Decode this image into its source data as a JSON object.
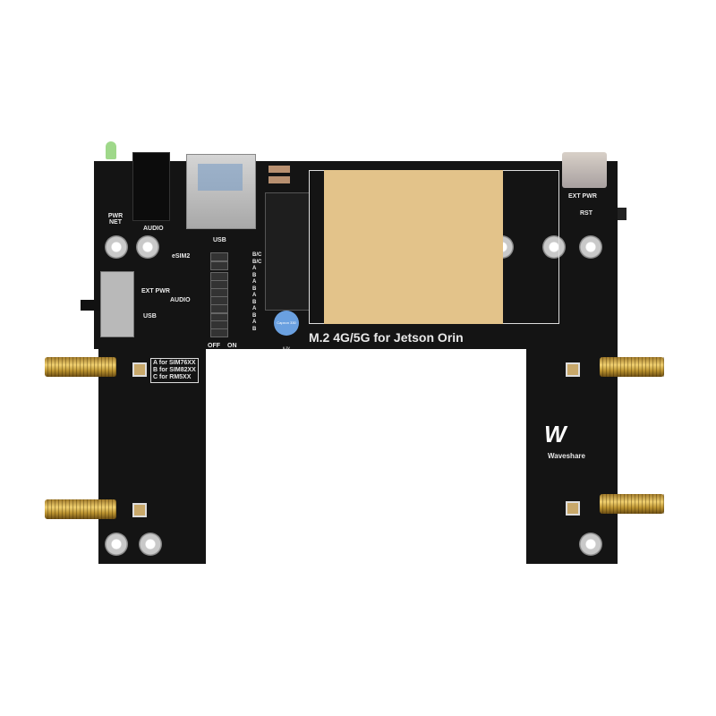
{
  "board": {
    "title": "M.2 4G/5G for Jetson Orin",
    "brand": "Waveshare",
    "labels": {
      "pwr_net": "PWR NET",
      "audio": "AUDIO",
      "usb": "USB",
      "esim2": "eSIM2",
      "ext_pwr": "EXT PWR",
      "audio_switch": "AUDIO",
      "usb_switch": "USB",
      "off": "OFF",
      "on": "ON",
      "ext_pwr_typec": "EXT PWR",
      "rst": "RST",
      "capacitor": "Capxon 330 6.3V"
    },
    "dip_codes": [
      "B/C",
      "B/C",
      "A",
      "B",
      "A",
      "B",
      "A",
      "B",
      "A",
      "B",
      "A",
      "B"
    ],
    "module_key": [
      "A for SIM76XX",
      "B for SIM82XX",
      "C for RM5XX"
    ]
  },
  "colors": {
    "pcb": "#141414",
    "pad": "#e3c38a",
    "silk": "#e8e8e8",
    "gold": "#d4b050"
  }
}
